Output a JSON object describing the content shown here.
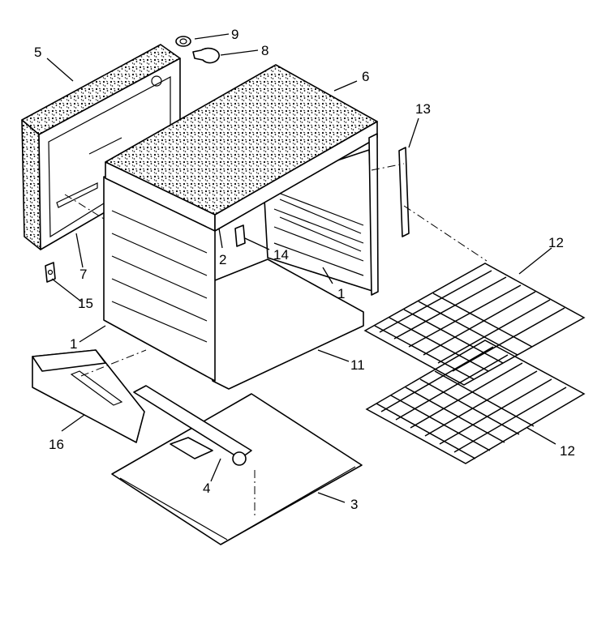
{
  "diagram": {
    "callouts": [
      {
        "id": "c9",
        "label": "9"
      },
      {
        "id": "c8",
        "label": "8"
      },
      {
        "id": "c5",
        "label": "5"
      },
      {
        "id": "c6",
        "label": "6"
      },
      {
        "id": "c13",
        "label": "13"
      },
      {
        "id": "c12a",
        "label": "12"
      },
      {
        "id": "c7",
        "label": "7"
      },
      {
        "id": "c2",
        "label": "2"
      },
      {
        "id": "c14",
        "label": "14"
      },
      {
        "id": "c15",
        "label": "15"
      },
      {
        "id": "c1a",
        "label": "1"
      },
      {
        "id": "c1b",
        "label": "1"
      },
      {
        "id": "c11",
        "label": "11"
      },
      {
        "id": "c16",
        "label": "16"
      },
      {
        "id": "c12b",
        "label": "12"
      },
      {
        "id": "c4",
        "label": "4"
      },
      {
        "id": "c3",
        "label": "3"
      }
    ]
  }
}
